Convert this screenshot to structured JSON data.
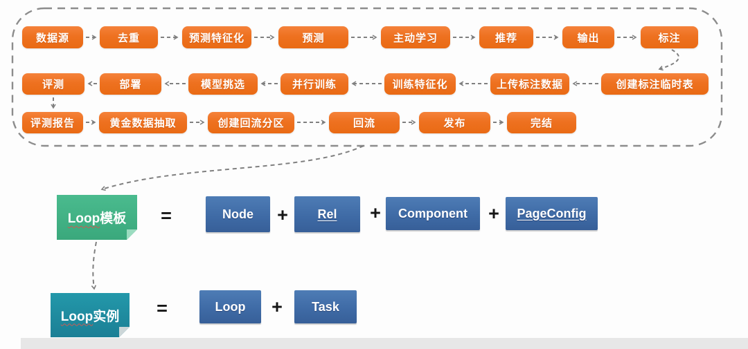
{
  "title": "Loop workflow diagram",
  "colors": {
    "step_orange": "#ee7120",
    "note_green": "#3fae83",
    "note_teal": "#1f8ba0",
    "term_blue": "#3f6ba6",
    "connector_gray": "#7f7f7f"
  },
  "flow": {
    "row1": [
      "数据源",
      "去重",
      "预测特征化",
      "预测",
      "主动学习",
      "推荐",
      "输出",
      "标注"
    ],
    "row2": [
      "评测",
      "部署",
      "模型挑选",
      "并行训练",
      "训练特征化",
      "上传标注数据",
      "创建标注临时表"
    ],
    "row3": [
      "评测报告",
      "黄金数据抽取",
      "创建回流分区",
      "回流",
      "发布",
      "完结"
    ]
  },
  "equations": {
    "eq1": {
      "lhs_en": "Loop",
      "lhs_zh": "模板",
      "equals": "=",
      "plus": "+",
      "terms": [
        "Node",
        "Rel",
        "Component",
        "PageConfig"
      ]
    },
    "eq2": {
      "lhs_en": "Loop",
      "lhs_zh": "实例",
      "equals": "=",
      "plus": "+",
      "terms": [
        "Loop",
        "Task"
      ]
    }
  }
}
